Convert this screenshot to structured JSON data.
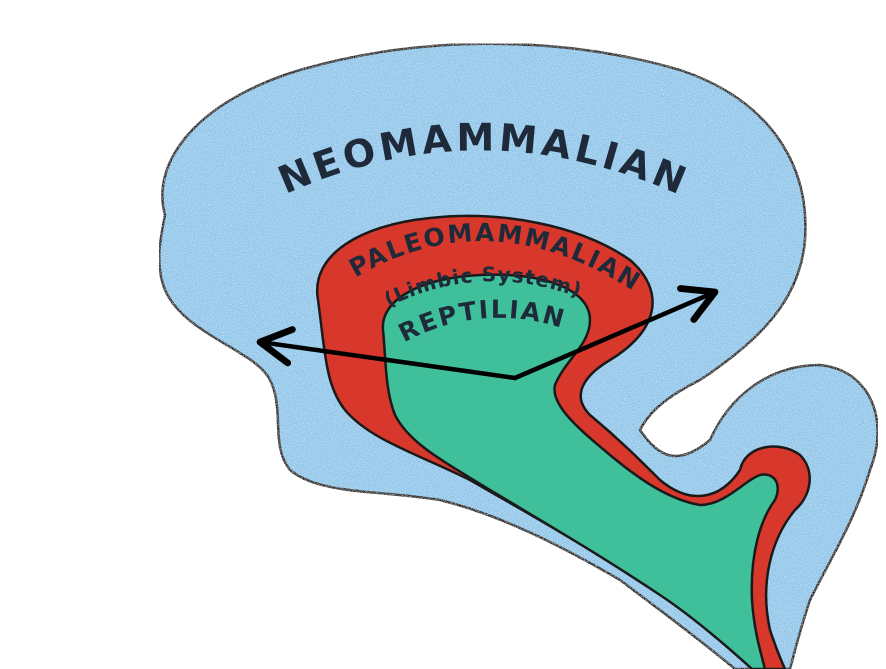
{
  "diagram": {
    "layers": {
      "outer": {
        "label": "NEOMAMMALIAN",
        "color": "#8ec6ea"
      },
      "middle": {
        "label": "PALEOMAMMALIAN",
        "sublabel": "(Limbic System)",
        "color": "#d8372b"
      },
      "inner": {
        "label": "REPTILIAN",
        "color": "#3fbf9a"
      }
    },
    "outline_color": "#1a1a1a",
    "arrow_color": "#000000"
  }
}
